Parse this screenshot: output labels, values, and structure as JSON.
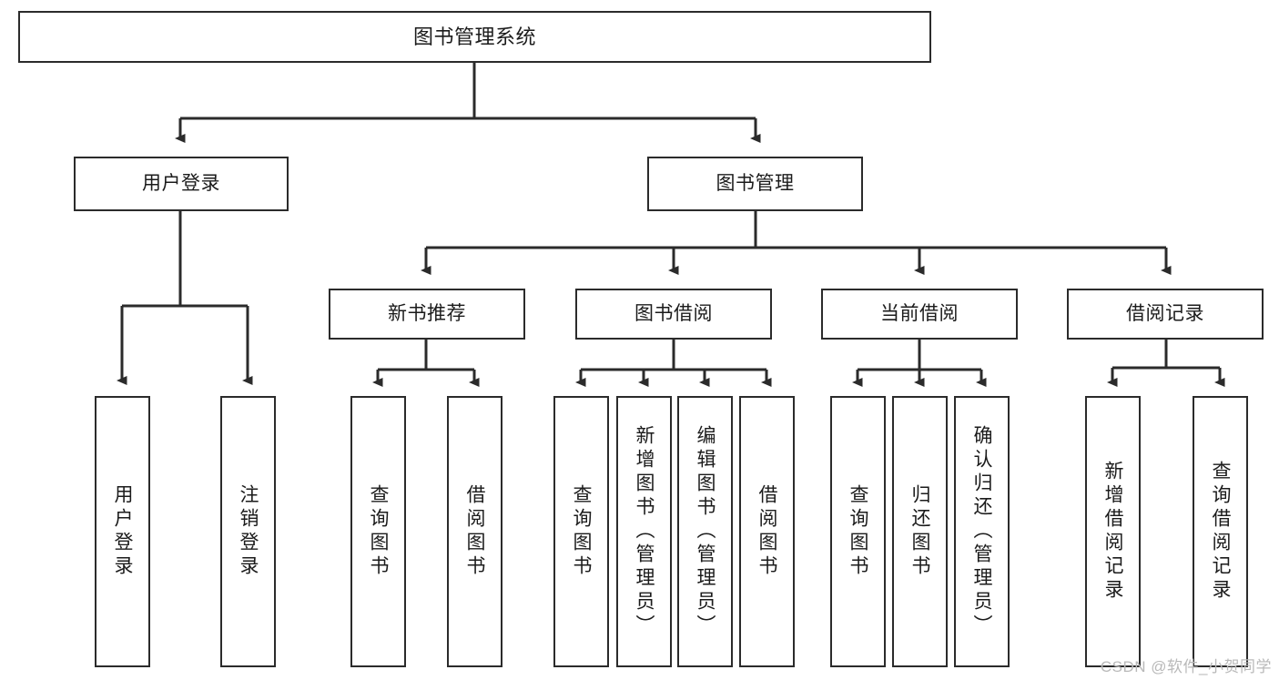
{
  "diagram": {
    "title": "图书管理系统",
    "type": "tree-hierarchy",
    "watermark": "CSDN @软件_小贺同学",
    "colors": {
      "stroke": "#2b2b2b",
      "fill": "#ffffff",
      "text": "#1b1b1b",
      "watermark": "#b9b9b9"
    },
    "levels": {
      "level0": "系统",
      "level1": "模块",
      "level2": "子模块",
      "level3": "功能"
    }
  },
  "nodes": {
    "root": {
      "id": "root",
      "label": "图书管理系统"
    },
    "level1": [
      {
        "id": "user-login",
        "label": "用户登录"
      },
      {
        "id": "book-manage",
        "label": "图书管理"
      }
    ],
    "level2": [
      {
        "id": "new-book-rec",
        "label": "新书推荐",
        "parent": "book-manage"
      },
      {
        "id": "book-borrow",
        "label": "图书借阅",
        "parent": "book-manage"
      },
      {
        "id": "current-borrow",
        "label": "当前借阅",
        "parent": "book-manage"
      },
      {
        "id": "borrow-record",
        "label": "借阅记录",
        "parent": "book-manage"
      }
    ],
    "leaves": [
      {
        "id": "leaf-user-login",
        "label": "用户登录",
        "parent": "user-login"
      },
      {
        "id": "leaf-logout",
        "label": "注销登录",
        "parent": "user-login"
      },
      {
        "id": "leaf-query-book-1",
        "label": "查询图书",
        "parent": "new-book-rec"
      },
      {
        "id": "leaf-borrow-book-1",
        "label": "借阅图书",
        "parent": "new-book-rec"
      },
      {
        "id": "leaf-query-book-2",
        "label": "查询图书",
        "parent": "book-borrow"
      },
      {
        "id": "leaf-add-book",
        "label": "新增图书（管理员）",
        "parent": "book-borrow"
      },
      {
        "id": "leaf-edit-book",
        "label": "编辑图书（管理员）",
        "parent": "book-borrow"
      },
      {
        "id": "leaf-borrow-book-2",
        "label": "借阅图书",
        "parent": "book-borrow"
      },
      {
        "id": "leaf-query-book-3",
        "label": "查询图书",
        "parent": "current-borrow"
      },
      {
        "id": "leaf-return-book",
        "label": "归还图书",
        "parent": "current-borrow"
      },
      {
        "id": "leaf-confirm-return",
        "label": "确认归还（管理员）",
        "parent": "current-borrow"
      },
      {
        "id": "leaf-add-record",
        "label": "新增借阅记录",
        "parent": "borrow-record"
      },
      {
        "id": "leaf-query-record",
        "label": "查询借阅记录",
        "parent": "borrow-record"
      }
    ]
  }
}
